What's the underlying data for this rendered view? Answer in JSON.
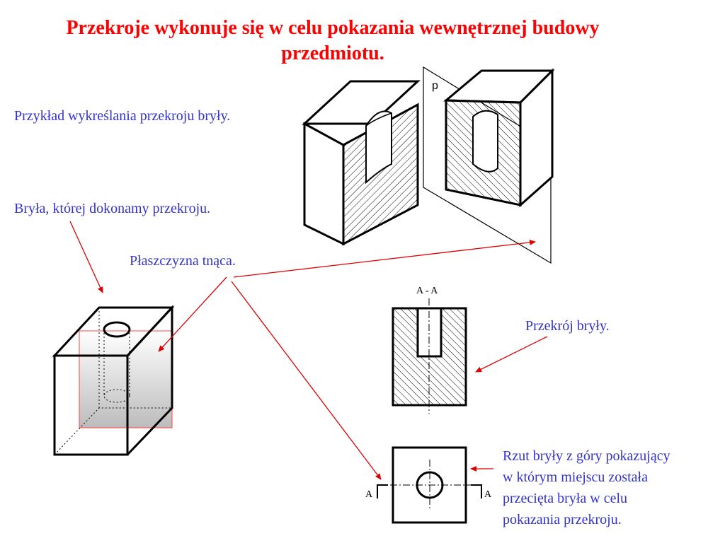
{
  "title": "Przekroje wykonuje się w celu pokazania wewnętrznej budowy przedmiotu.",
  "captions": {
    "example": "Przykład wykreślania przekroju bryły.",
    "solid": "Bryła, której dokonamy przekroju.",
    "plane": "Płaszczyzna tnąca.",
    "section": "Przekrój bryły.",
    "view_line1": "Rzut bryły z góry pokazujący",
    "view_line2": "w którym miejscu została",
    "view_line3": "przecięta bryła w celu",
    "view_line4": "pokazania przekroju."
  },
  "labels": {
    "section_name": "A - A",
    "section_mark_left": "A",
    "section_mark_right": "A",
    "plane_letter": "p"
  },
  "colors": {
    "title": "#ff0000",
    "caption": "#3333cc",
    "arrow": "#dd0000",
    "outline": "#000000"
  }
}
